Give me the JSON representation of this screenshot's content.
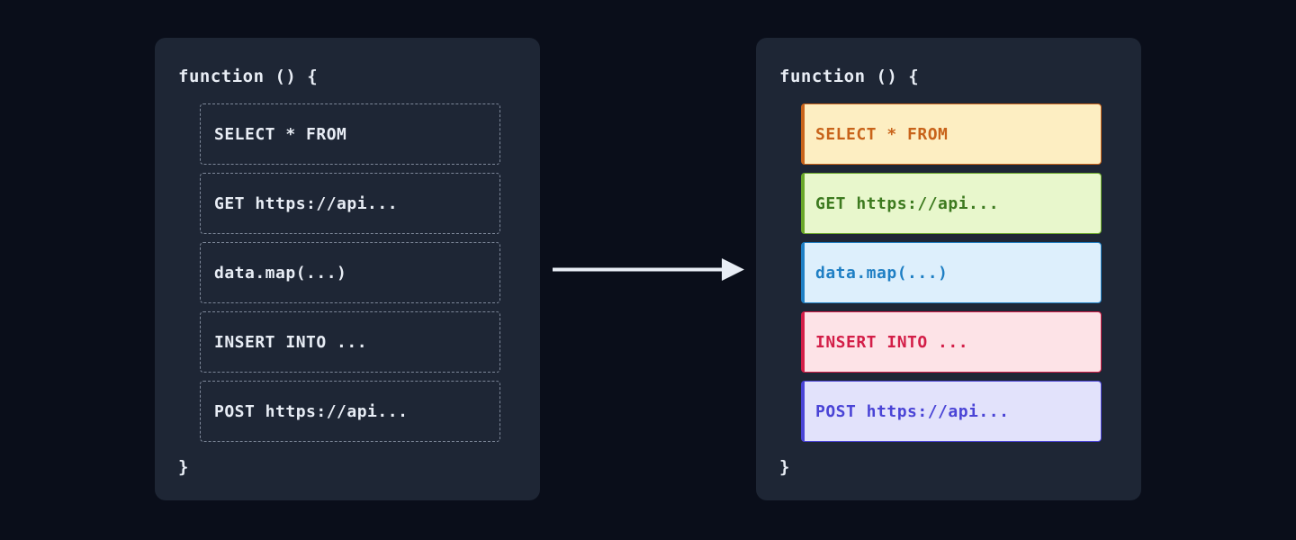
{
  "background": "#0a0e1a",
  "panel_background": "#1e2635",
  "text_color": "#e8edf5",
  "arrow": {
    "icon": "arrow-right-icon",
    "color": "#e8edf5"
  },
  "before_panel": {
    "title": "before-panel",
    "open_brace": "function () {",
    "close_brace": "}",
    "border_style": "dashed",
    "border_color": "#7d8799",
    "text_color": "#e8edf5",
    "rows": [
      {
        "label": "SELECT * FROM"
      },
      {
        "label": "GET https://api..."
      },
      {
        "label": "data.map(...)"
      },
      {
        "label": "INSERT INTO ..."
      },
      {
        "label": "POST https://api..."
      }
    ]
  },
  "after_panel": {
    "title": "after-panel",
    "open_brace": "function () {",
    "close_brace": "}",
    "rows": [
      {
        "label": "SELECT * FROM",
        "kind": "sql-select",
        "fill": "#fdeec2",
        "accent": "#c8631a",
        "text": "#c8631a"
      },
      {
        "label": "GET https://api...",
        "kind": "http-get",
        "fill": "#e8f7cc",
        "accent": "#6aa829",
        "text": "#3d7a1f"
      },
      {
        "label": "data.map(...)",
        "kind": "data-transform",
        "fill": "#ddeffc",
        "accent": "#1f7fc4",
        "text": "#1f7fc4"
      },
      {
        "label": "INSERT INTO ...",
        "kind": "sql-insert",
        "fill": "#fde3e7",
        "accent": "#d31e48",
        "text": "#d31e48"
      },
      {
        "label": "POST https://api...",
        "kind": "http-post",
        "fill": "#e2e2fb",
        "accent": "#4a44d6",
        "text": "#4a44d6"
      }
    ]
  }
}
